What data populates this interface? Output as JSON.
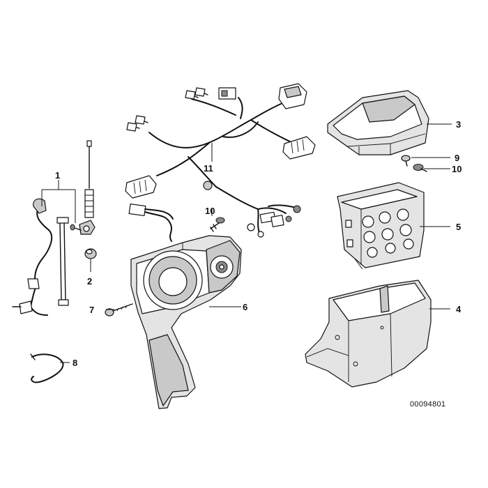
{
  "diagram": {
    "callouts": [
      "1",
      "2",
      "3",
      "4",
      "5",
      "6",
      "7",
      "8",
      "9",
      "10",
      "10",
      "11"
    ],
    "document_number": "00094801"
  }
}
